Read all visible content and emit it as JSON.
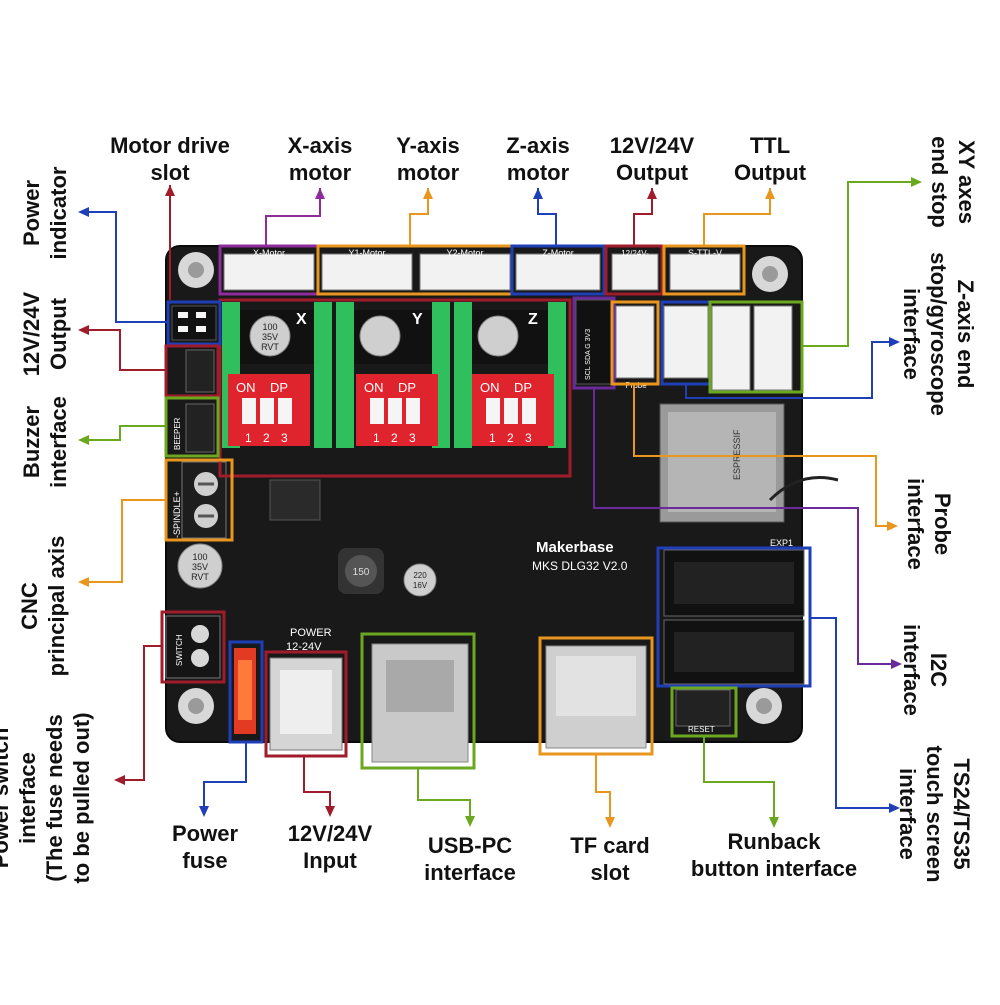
{
  "colors": {
    "purple": "#8e2c9c",
    "orange": "#e8961e",
    "blue": "#1f3fb8",
    "darkred": "#a01c2a",
    "green": "#6aa820",
    "violet": "#6a2a9c",
    "board": "#1b1b1b",
    "jumper": "#2fbf5c",
    "dip": "#e0242e"
  },
  "labels": {
    "motor_drive_slot": "Motor drive\nslot",
    "x_axis_motor": "X-axis\nmotor",
    "y_axis_motor": "Y-axis\nmotor",
    "z_axis_motor": "Z-axis\nmotor",
    "output_12_24_top": "12V/24V\nOutput",
    "ttl_output": "TTL\nOutput",
    "power_indicator": "Power\nindicator",
    "output_12_24_left": "12V/24V\nOutput",
    "buzzer_interface": "Buzzer\ninterface",
    "cnc_principal_axis": "CNC\nprincipal axis",
    "power_switch_interface": "Power switch\ninterface\n(The fuse needs\nto be pulled out)",
    "xy_end_stop": "XY axes\nend stop",
    "z_end_stop_gyro": "Z-axis end\nstop/gyroscope\ninterface",
    "probe_interface": "Probe\ninterface",
    "i2c_interface": "I2C\ninterface",
    "ts_touch_screen": "TS24/TS35\ntouch screen\ninterface",
    "power_fuse": "Power\nfuse",
    "input_12_24": "12V/24V\nInput",
    "usb_pc_interface": "USB-PC\ninterface",
    "tf_card_slot": "TF card\nslot",
    "runback_button": "Runback\nbutton interface"
  },
  "silkscreen": {
    "x_motor": "X-Motor",
    "y1_motor": "Y1-Motor",
    "y2_motor": "Y2-Motor",
    "z_motor": "Z-Motor",
    "out_12_24": "12/24V-",
    "s_ttl": "S-TTL-V",
    "axis_x": "X",
    "axis_y": "Y",
    "axis_z": "Z",
    "on": "ON",
    "dp": "DP",
    "dip_nums": [
      "1",
      "2",
      "3"
    ],
    "cap_100": "100",
    "cap_35v": "35V",
    "cap_rvt": "RVT",
    "brand": "Makerbase",
    "model": "MKS DLG32 V2.0",
    "power": "POWER",
    "power_range": "12-24V",
    "switch": "SWITCH",
    "spindle": "-SPINDLE+",
    "beeper": "BEEPER",
    "exp1": "EXP1",
    "reset": "RESET",
    "probe": "Probe",
    "i2c_pins": "SCL SDA G 3V3",
    "cap_220": "220",
    "cap_16v": "16V",
    "ind_150": "150",
    "wifi_module": "ESPRESSIF"
  }
}
